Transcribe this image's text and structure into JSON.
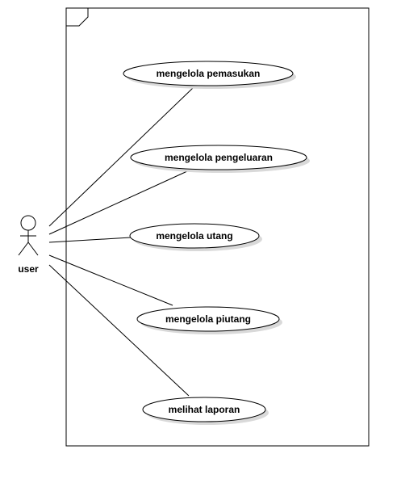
{
  "diagram": {
    "actor": {
      "label": "user"
    },
    "use_cases": [
      {
        "label": "mengelola pemasukan"
      },
      {
        "label": "mengelola pengeluaran"
      },
      {
        "label": "mengelola utang"
      },
      {
        "label": "mengelola piutang"
      },
      {
        "label": "melihat laporan"
      }
    ]
  }
}
